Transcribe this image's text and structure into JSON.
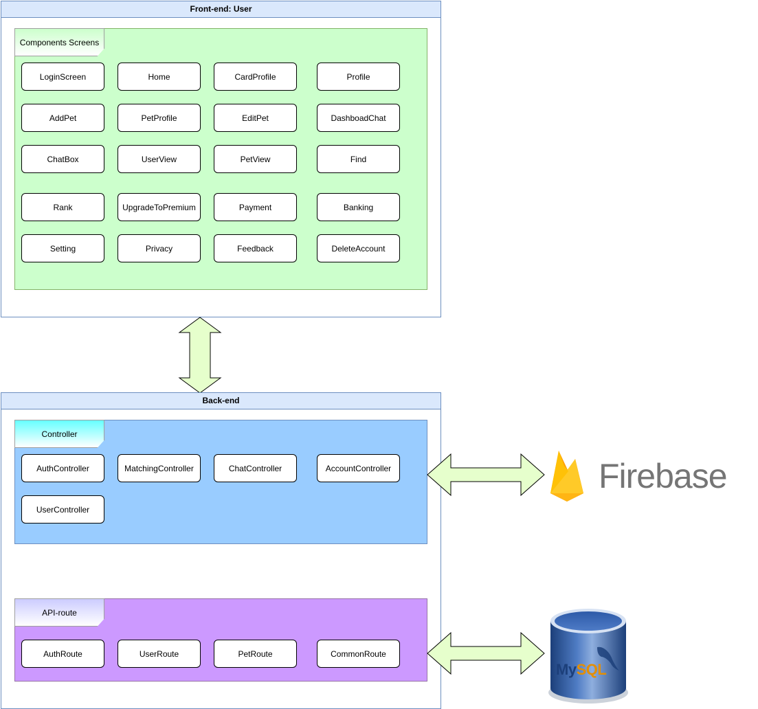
{
  "frontend": {
    "title": "Front-end: User",
    "group_label": "Components Screens",
    "rows": [
      [
        "LoginScreen",
        "Home",
        "CardProfile",
        "Profile"
      ],
      [
        "AddPet",
        "PetProfile",
        "EditPet",
        "DashboadChat"
      ],
      [
        "ChatBox",
        "UserView",
        "PetView",
        "Find"
      ],
      [
        "Rank",
        "UpgradeToPremium",
        "Payment",
        "Banking"
      ],
      [
        "Setting",
        "Privacy",
        "Feedback",
        "DeleteAccount"
      ]
    ]
  },
  "backend": {
    "title": "Back-end",
    "controller": {
      "label": "Controller",
      "items": [
        "AuthController",
        "MatchingController",
        "ChatController",
        "AccountController",
        "UserController"
      ]
    },
    "api": {
      "label": "API-route",
      "items": [
        "AuthRoute",
        "UserRoute",
        "PetRoute",
        "CommonRoute"
      ]
    }
  },
  "services": {
    "firebase": {
      "name": "Firebase"
    },
    "mysql": {
      "name": "MySQL"
    }
  },
  "colors": {
    "pool_header": "#dae8fc",
    "pool_border": "#6c8ebf",
    "components_bg": "#ccffcc",
    "controller_bg": "#99ccff",
    "api_bg": "#cc99ff",
    "arrow_fill": "#e6ffcc"
  }
}
